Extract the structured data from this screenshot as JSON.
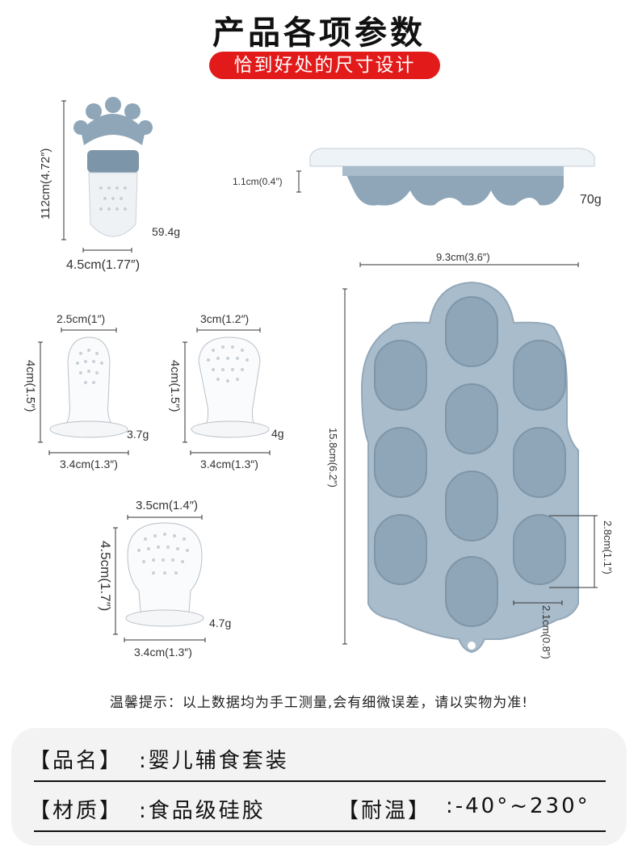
{
  "header": {
    "title": "产品各项参数",
    "subtitle": "恰到好处的尺寸设计"
  },
  "feeder": {
    "height": "112cm(4.72″)",
    "width": "4.5cm(1.77″)",
    "weight": "59.4g"
  },
  "tray_side": {
    "height": "1.1cm(0.4″)",
    "weight": "70g"
  },
  "nipple_small": {
    "top_width": "2.5cm(1″)",
    "height": "4cm(1.5″)",
    "base_width": "3.4cm(1.3″)",
    "weight": "3.7g"
  },
  "nipple_medium": {
    "top_width": "3cm(1.2″)",
    "height": "4cm(1.5″)",
    "base_width": "3.4cm(1.3″)",
    "weight": "4g"
  },
  "nipple_large": {
    "top_width": "3.5cm(1.4″)",
    "height": "4.5cm(1.7″)",
    "base_width": "3.4cm(1.3″)",
    "weight": "4.7g"
  },
  "tray_top": {
    "width": "9.3cm(3.6″)",
    "length": "15.8cm(6.2″)",
    "cell_height": "2.8cm(1.1″)",
    "cell_width": "2.1cm(0.8″)"
  },
  "notice": "温馨提示：以上数据均为手工测量,会有细微误差，请以实物为准!",
  "specs": {
    "name_label": "【品名】",
    "name_value": ":婴儿辅食套装",
    "material_label": "【材质】",
    "material_value": ":食品级硅胶",
    "temp_label": "【耐温】",
    "temp_value": ":-40°~230°"
  },
  "colors": {
    "accent_red": "#e31a1a",
    "silicone_blue": "#8ea6b8",
    "lid_white": "#eef3f7"
  }
}
